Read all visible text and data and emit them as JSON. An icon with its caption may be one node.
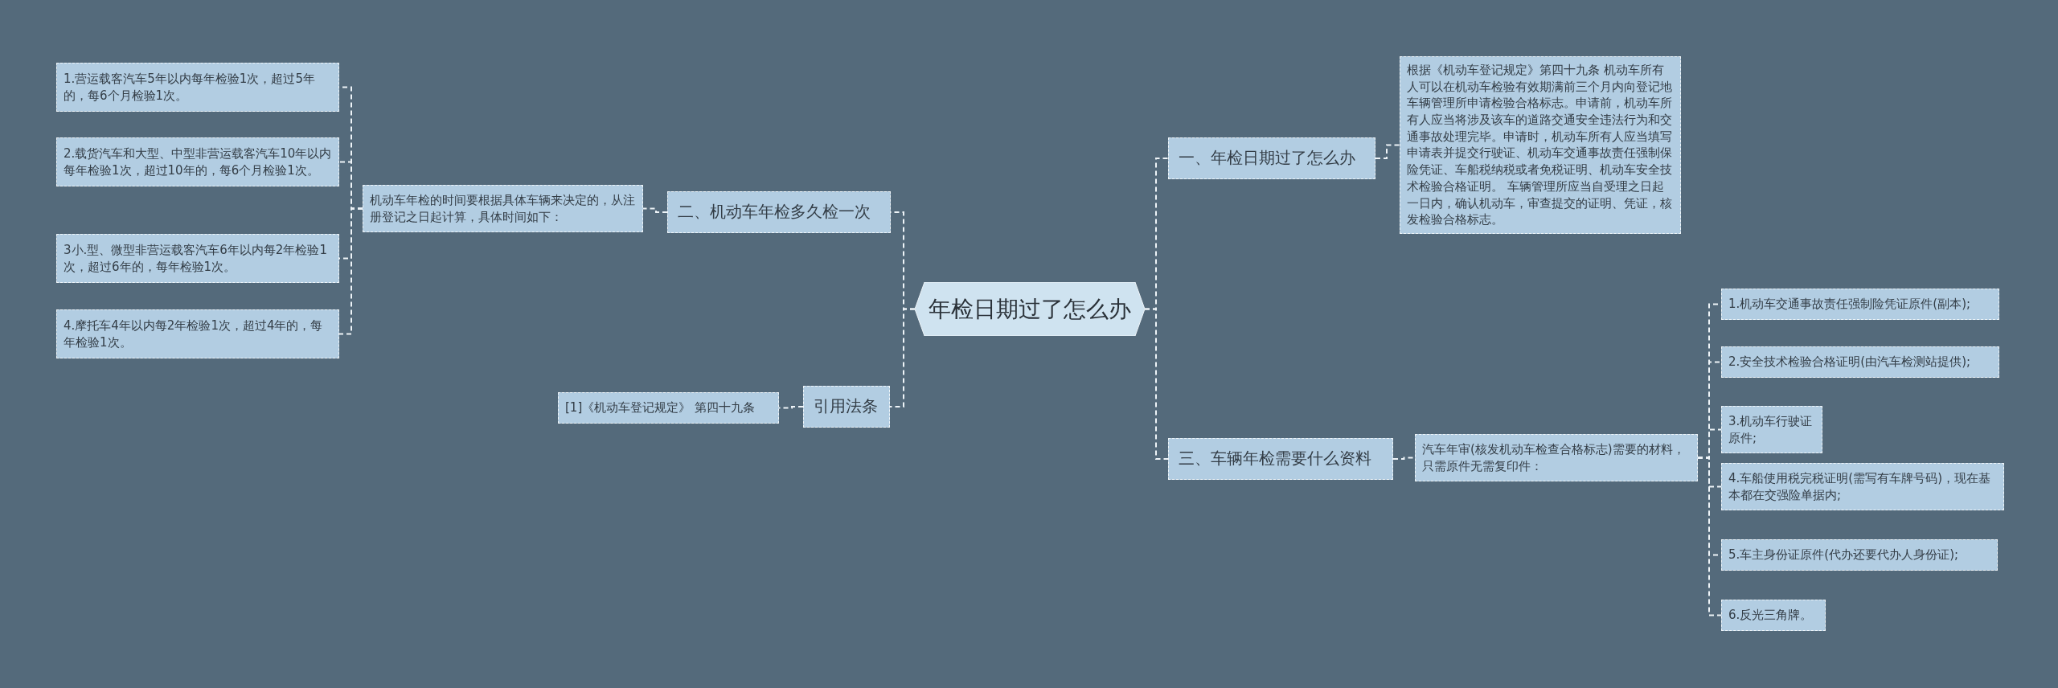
{
  "diagram": {
    "nodes": [
      {
        "text": [
          "年检日期过了怎么办"
        ]
      },
      {
        "text": [
          "一、年检日期过了怎么办"
        ]
      },
      {
        "text": [
          "根据《机动车登记规定》第四十九条 机动车所有人可以在机动车检验有效期满前三个月内向登记地车辆管理所申请检验合格标志。申请前，机动车所有人应当将涉及该车的道路交通安全违法行为和交通事故处理完毕。申请时，机动车所有人应当填写申请表并提交行驶证、机动车交通事故责任强制保险凭证、车船税纳税或者免税证明、机动车安全技术检验合格证明。 车辆管理所应当自受理之日起一日内，确认机动车，审查提交的证明、凭证，核发检验合格标志。"
        ]
      },
      {
        "text": [
          "三、车辆年检需要什么资料"
        ]
      },
      {
        "text": [
          "汽车年审(核发机动车检查合格标志)需要的材料，只需原件无需复印件："
        ]
      },
      {
        "text": [
          "1.机动车交通事故责任强制险凭证原件(副本);"
        ]
      },
      {
        "text": [
          "2.安全技术检验合格证明(由汽车检测站提供);"
        ]
      },
      {
        "text": [
          "3.机动车行驶证原件;"
        ]
      },
      {
        "text": [
          "4.车船使用税完税证明(需写有车牌号码)，现在基本都在交强险单据内;"
        ]
      },
      {
        "text": [
          "5.车主身份证原件(代办还要代办人身份证);"
        ]
      },
      {
        "text": [
          "6.反光三角牌。"
        ]
      },
      {
        "text": [
          "二、机动车年检多久检一次"
        ]
      },
      {
        "text": [
          "机动车年检的时间要根据具体车辆来决定的，从注册登记之日起计算，具体时间如下："
        ]
      },
      {
        "text": [
          "1.营运载客汽车5年以内每年检验1次，超过5年的，每6个月检验1次。"
        ]
      },
      {
        "text": [
          "2.载货汽车和大型、中型非营运载客汽车10年以内每年检验1次，超过10年的，每6个月检验1次。"
        ]
      },
      {
        "text": [
          "3小.型、微型非营运载客汽车6年以内每2年检验1次，超过6年的，每年检验1次。"
        ]
      },
      {
        "text": [
          "4.摩托车4年以内每2年检验1次，超过4年的，每年检验1次。"
        ]
      },
      {
        "text": [
          "引用法条"
        ]
      },
      {
        "text": [
          "[1]《机动车登记规定》 第四十九条"
        ]
      }
    ],
    "edges": [
      {
        "from": 0,
        "to": 1,
        "arrow": "none"
      },
      {
        "from": 1,
        "to": 2,
        "arrow": "none"
      },
      {
        "from": 0,
        "to": 3,
        "arrow": "none"
      },
      {
        "from": 3,
        "to": 4,
        "arrow": "none"
      },
      {
        "from": 4,
        "to": 5,
        "arrow": "none"
      },
      {
        "from": 4,
        "to": 6,
        "arrow": "none"
      },
      {
        "from": 4,
        "to": 7,
        "arrow": "none"
      },
      {
        "from": 4,
        "to": 8,
        "arrow": "none"
      },
      {
        "from": 4,
        "to": 9,
        "arrow": "none"
      },
      {
        "from": 4,
        "to": 10,
        "arrow": "none"
      },
      {
        "from": 0,
        "to": 11,
        "arrow": "none"
      },
      {
        "from": 11,
        "to": 12,
        "arrow": "none"
      },
      {
        "from": 12,
        "to": 13,
        "arrow": "none"
      },
      {
        "from": 12,
        "to": 14,
        "arrow": "none"
      },
      {
        "from": 12,
        "to": 15,
        "arrow": "none"
      },
      {
        "from": 12,
        "to": 16,
        "arrow": "none"
      },
      {
        "from": 0,
        "to": 17,
        "arrow": "none"
      },
      {
        "from": 17,
        "to": 18,
        "arrow": "none"
      }
    ]
  }
}
